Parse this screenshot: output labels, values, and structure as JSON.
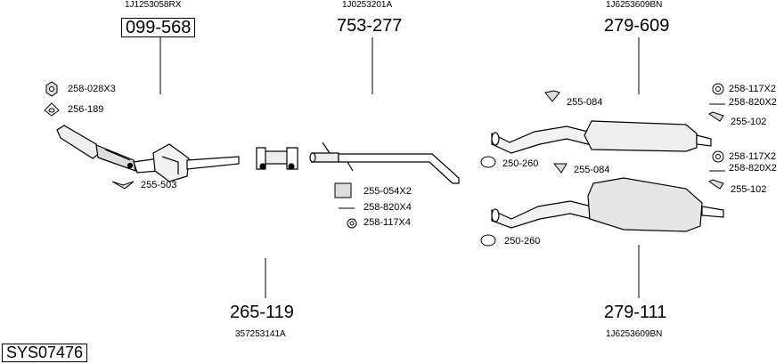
{
  "diagram_id": "SYS07476",
  "groups": {
    "front_pipe": {
      "ref": "1J1253058RX",
      "part": "099-568",
      "items": [
        "258-028X3",
        "256-189",
        "255-503"
      ]
    },
    "middle_pipe": {
      "ref": "1J0253201A",
      "part": "753-277",
      "items": [
        "255-054X2",
        "258-820X4",
        "258-117X4"
      ]
    },
    "clamp": {
      "ref": "357253141A",
      "part": "265-119"
    },
    "rear_silencer_upper": {
      "ref": "1J6253609BN",
      "part": "279-609",
      "items": [
        "258-117X2",
        "258-820X2",
        "255-102",
        "255-084",
        "250-260"
      ]
    },
    "rear_silencer_lower": {
      "ref": "1J6253609BN",
      "part": "279-111",
      "items": [
        "258-117X2",
        "258-820X2",
        "255-102",
        "255-084",
        "250-260"
      ]
    }
  }
}
